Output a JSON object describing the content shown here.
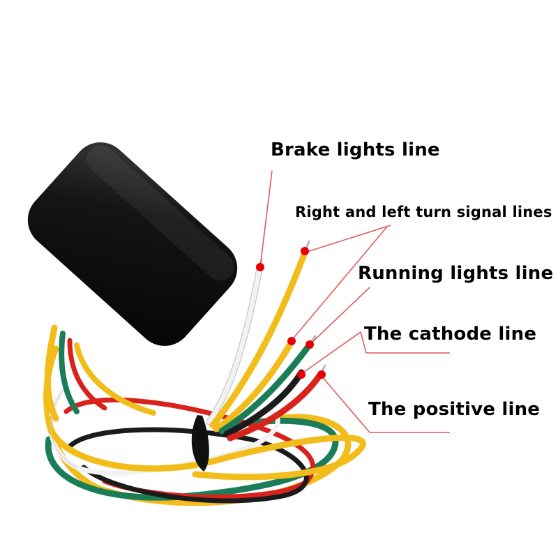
{
  "labels": {
    "brake": "Brake lights line",
    "turn": "Right and left turn signal lines",
    "running": "Running lights line",
    "cathode": "The cathode line",
    "positive": "The positive line"
  },
  "colors": {
    "wire_white": "#f2f2f2",
    "wire_yellow": "#f2bc1b",
    "wire_green": "#1a7d58",
    "wire_black": "#1b1b1b",
    "wire_red": "#d8231c",
    "module_body": "#141414",
    "callout_line": "#e25a5a",
    "callout_dot": "#e60000"
  }
}
